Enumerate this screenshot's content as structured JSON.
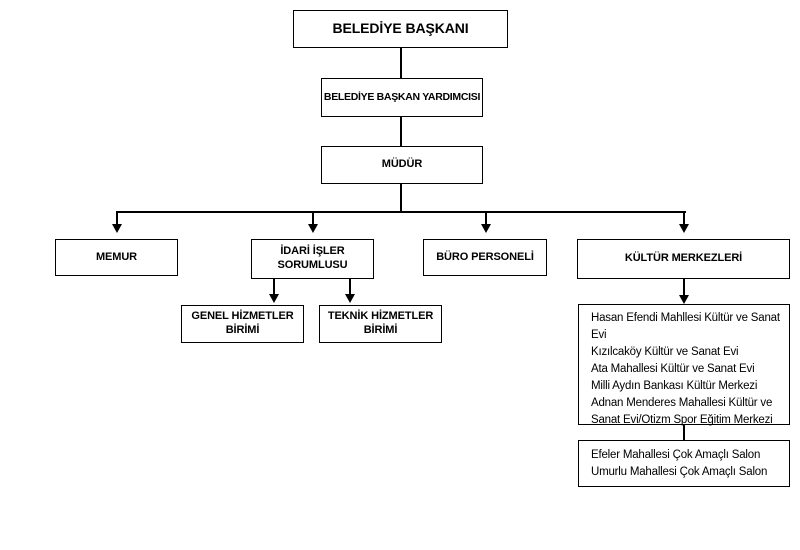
{
  "org_chart": {
    "nodes": {
      "mayor": {
        "label": "BELEDİYE BAŞKANI"
      },
      "deputy_mayor": {
        "label": "BELEDİYE BAŞKAN YARDIMCISI"
      },
      "director": {
        "label": "MÜDÜR"
      },
      "officer": {
        "label": "MEMUR"
      },
      "admin_affairs": {
        "label": "İDARİ İŞLER SORUMLUSU"
      },
      "office_staff": {
        "label": "BÜRO PERSONELİ"
      },
      "culture_centers": {
        "label": "KÜLTÜR MERKEZLERİ"
      },
      "general_services": {
        "label": "GENEL HİZMETLER BİRİMİ"
      },
      "technical_services": {
        "label": "TEKNİK HİZMETLER BİRİMİ"
      }
    },
    "culture_center_list": {
      "items": [
        "Hasan Efendi Mahllesi Kültür ve Sanat Evi",
        "Kızılcaköy Kültür ve Sanat Evi",
        "Ata Mahallesi Kültür ve Sanat Evi",
        "Milli Aydın Bankası Kültür Merkezi",
        "Adnan Menderes Mahallesi Kültür ve Sanat Evi/Otizm Spor Eğitim Merkezi"
      ]
    },
    "multipurpose_halls": {
      "items": [
        "Efeler Mahallesi Çok Amaçlı Salon",
        "Umurlu Mahallesi Çok Amaçlı Salon"
      ]
    },
    "colors": {
      "background": "#ffffff",
      "line": "#000000",
      "box_border": "#000000",
      "text": "#000000"
    }
  }
}
